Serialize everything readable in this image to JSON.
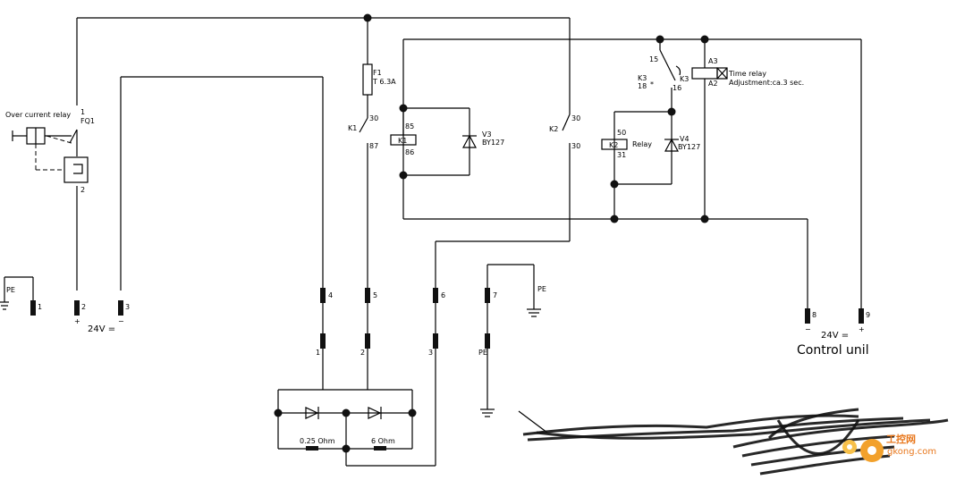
{
  "labels": {
    "over_current_relay": "Over current relay",
    "fq1": "FQ1",
    "fq1_pin1": "1",
    "fq1_pin2": "2",
    "f1": "F1",
    "f1_rating": "T 6.3A",
    "k1_contact": "K1",
    "k1_pin30": "30",
    "k1_pin87": "87",
    "k1_coil": "K1",
    "k1_coil_pin85": "85",
    "k1_coil_pin86": "86",
    "v3": "V3",
    "v3_type": "BY127",
    "k2_contact": "K2",
    "k2_pin30a": "30",
    "k2_pin30b": "30",
    "k2_coil": "K2",
    "k2_coil_pin50": "50",
    "k2_coil_pin31": "31",
    "k2_relay_text": "Relay",
    "v4": "V4",
    "v4_type": "BY127",
    "k3_left": "K3",
    "k3_right": "K3",
    "k3_pin15": "15",
    "k3_pin16": "16",
    "k3_pin18": "18",
    "k3_star": "*",
    "a3": "A3",
    "a2": "A2",
    "time_relay": "Time relay",
    "adjustment": "Adjustment:ca.3 sec.",
    "pe_left": "PE",
    "pe_mid": "PE",
    "pe_bottom": "PE",
    "supply_24v": "24V =",
    "plus": "+",
    "minus": "−",
    "control_24v": "24V =",
    "control_plus": "+",
    "control_minus": "−",
    "control_unit": "Control unil",
    "r1": "0.25 Ohm",
    "r2": "6 Ohm",
    "bottom_1": "1",
    "bottom_2": "2",
    "bottom_3": "3"
  },
  "terminals": [
    "1",
    "2",
    "3",
    "4",
    "5",
    "6",
    "7",
    "8",
    "9"
  ],
  "watermark": {
    "cn": "工控网",
    "site": "gkong.com",
    "color": "#e8781e"
  }
}
